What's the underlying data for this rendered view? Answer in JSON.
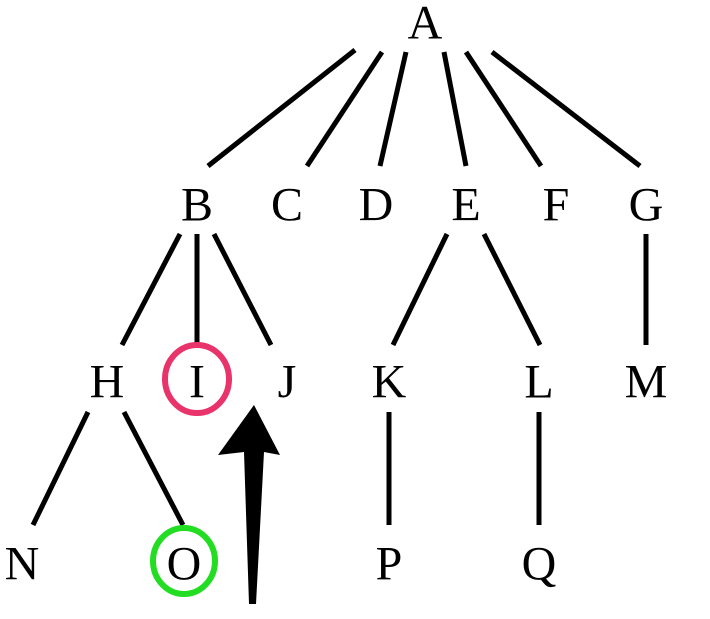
{
  "colors": {
    "text": "#000000",
    "edge": "#000000",
    "highlight_pink": "#e8336b",
    "highlight_green": "#22dd22",
    "arrow": "#000000"
  },
  "nodes": {
    "A": "A",
    "B": "B",
    "C": "C",
    "D": "D",
    "E": "E",
    "F": "F",
    "G": "G",
    "H": "H",
    "I": "I",
    "J": "J",
    "K": "K",
    "L": "L",
    "M": "M",
    "N": "N",
    "O": "O",
    "P": "P",
    "Q": "Q"
  },
  "edges": [
    [
      "A",
      "B"
    ],
    [
      "A",
      "C"
    ],
    [
      "A",
      "D"
    ],
    [
      "A",
      "E"
    ],
    [
      "A",
      "F"
    ],
    [
      "A",
      "G"
    ],
    [
      "B",
      "H"
    ],
    [
      "B",
      "I"
    ],
    [
      "B",
      "J"
    ],
    [
      "E",
      "K"
    ],
    [
      "E",
      "L"
    ],
    [
      "G",
      "M"
    ],
    [
      "H",
      "N"
    ],
    [
      "H",
      "O"
    ],
    [
      "K",
      "P"
    ],
    [
      "L",
      "Q"
    ]
  ],
  "highlights": [
    {
      "node": "I",
      "color": "#e8336b"
    },
    {
      "node": "O",
      "color": "#22dd22"
    }
  ],
  "pointer_arrow": {
    "points_to": "I",
    "color": "#000000"
  }
}
